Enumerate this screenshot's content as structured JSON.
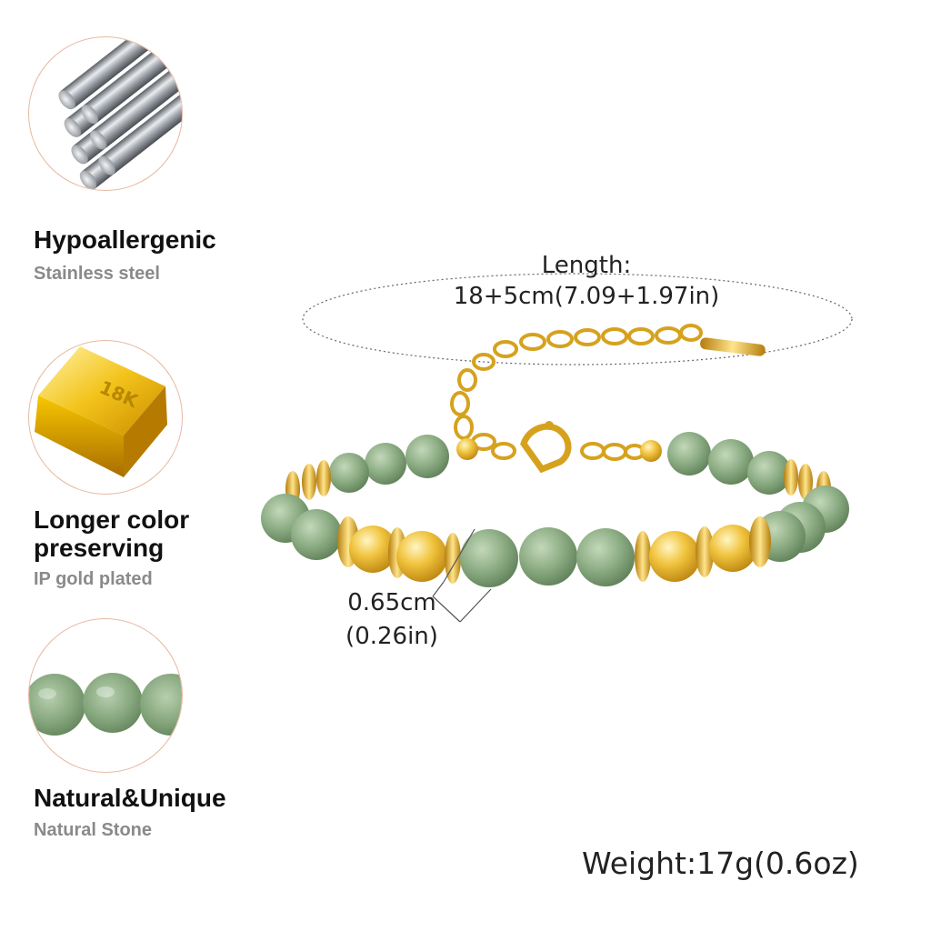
{
  "features": [
    {
      "icon": "steel-rods-icon",
      "title": "Hypoallergenic",
      "subtitle": "Stainless steel"
    },
    {
      "icon": "gold-bar-icon",
      "title": "Longer color\npreserving",
      "subtitle": "IP gold plated",
      "badge": "18K"
    },
    {
      "icon": "jade-beads-icon",
      "title": "Natural&Unique",
      "subtitle": "Natural Stone"
    }
  ],
  "dimensions": {
    "length_label": "Length:",
    "length_value": "18+5cm(7.09+1.97in)",
    "bead_cm": "0.65cm",
    "bead_in": "(0.26in)"
  },
  "weight": "Weight:17g(0.6oz)",
  "colors": {
    "jade": "#8fae86",
    "gold": "#e4b12a",
    "circle_border": "#e8b9a3",
    "subtitle": "#8a8a8a"
  }
}
